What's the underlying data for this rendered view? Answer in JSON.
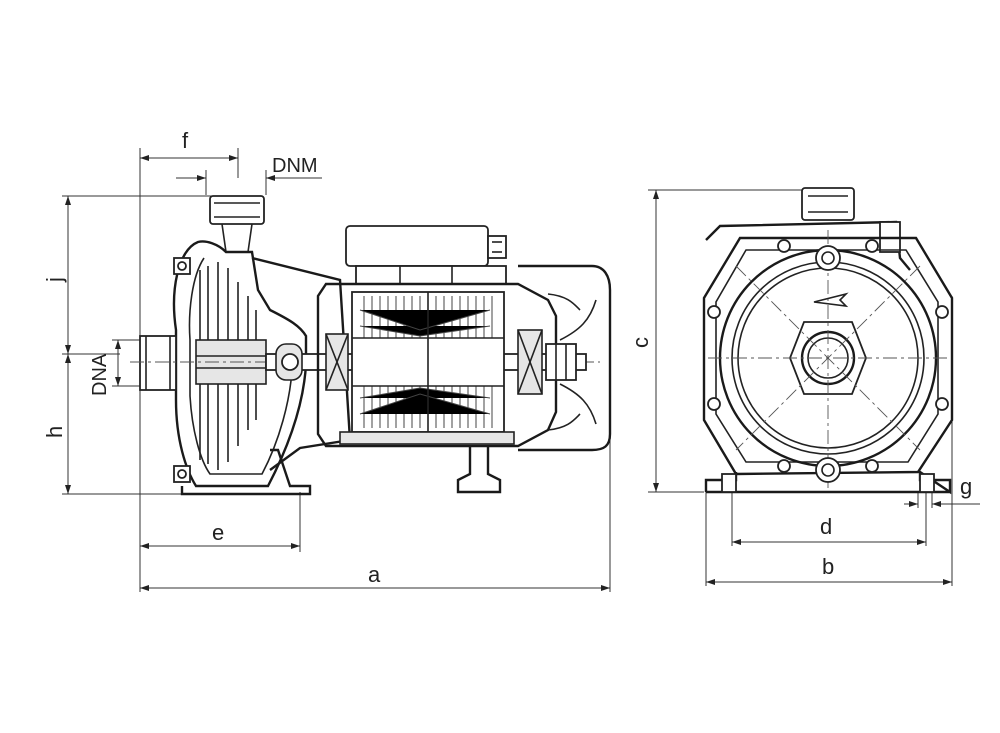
{
  "labels": {
    "a": "a",
    "b": "b",
    "c": "c",
    "d": "d",
    "e": "e",
    "f": "f",
    "g": "g",
    "h": "h",
    "j": "j",
    "DNA": "DNA",
    "DNM": "DNM"
  }
}
